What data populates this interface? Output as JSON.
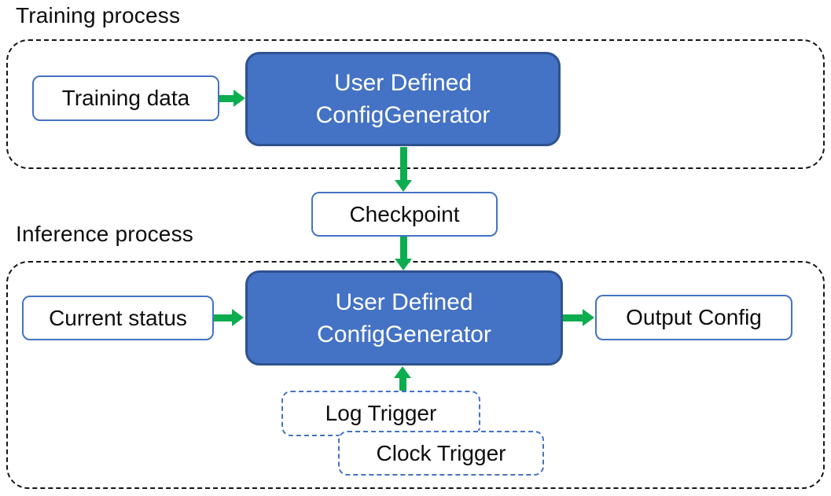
{
  "colors": {
    "blue_box_fill": "#4472C4",
    "blue_box_border": "#2F528F",
    "light_box_border": "#4472C4",
    "arrow_green": "#0CAD4F",
    "container_border": "#141414",
    "text_dark": "#0d0d0d",
    "text_light": "#ffffff"
  },
  "training": {
    "label": "Training process",
    "training_data": "Training data",
    "generator": {
      "line1": "User Defined",
      "line2": "ConfigGenerator"
    }
  },
  "checkpoint": {
    "label": "Checkpoint"
  },
  "inference": {
    "label": "Inference process",
    "current_status": "Current status",
    "generator": {
      "line1": "User Defined",
      "line2": "ConfigGenerator"
    },
    "output_config": "Output Config",
    "log_trigger": "Log Trigger",
    "clock_trigger": "Clock Trigger"
  },
  "edges": [
    {
      "from": "Training data",
      "to": "User Defined ConfigGenerator (training)",
      "direction": "right"
    },
    {
      "from": "User Defined ConfigGenerator (training)",
      "to": "Checkpoint",
      "direction": "down"
    },
    {
      "from": "Checkpoint",
      "to": "User Defined ConfigGenerator (inference)",
      "direction": "down"
    },
    {
      "from": "Current status",
      "to": "User Defined ConfigGenerator (inference)",
      "direction": "right"
    },
    {
      "from": "User Defined ConfigGenerator (inference)",
      "to": "Output Config",
      "direction": "right"
    },
    {
      "from": "Log Trigger / Clock Trigger",
      "to": "User Defined ConfigGenerator (inference)",
      "direction": "up"
    }
  ]
}
